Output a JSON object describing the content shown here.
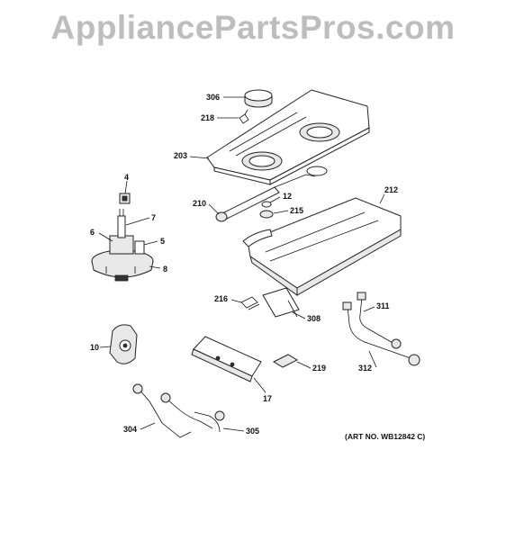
{
  "watermark": "AppliancePartsPros.com",
  "art_number": "(ART NO. WB12842 C)",
  "callouts": {
    "c306": "306",
    "c218": "218",
    "c203": "203",
    "c4": "4",
    "c7": "7",
    "c6": "6",
    "c5": "5",
    "c8": "8",
    "c210": "210",
    "c12": "12",
    "c215": "215",
    "c212": "212",
    "c216": "216",
    "c308": "308",
    "c311": "311",
    "c312": "312",
    "c10": "10",
    "c219": "219",
    "c17": "17",
    "c304": "304",
    "c305": "305"
  }
}
